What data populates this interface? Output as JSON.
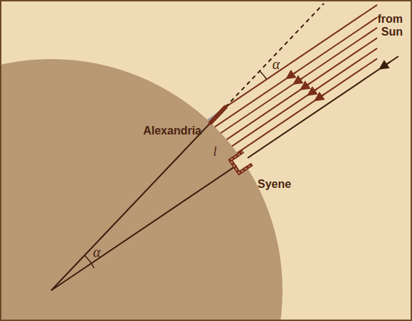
{
  "diagram": {
    "labels": [
      "α",
      "from Sun",
      "Alexandria",
      "l",
      "Syene",
      "α"
    ]
  }
}
